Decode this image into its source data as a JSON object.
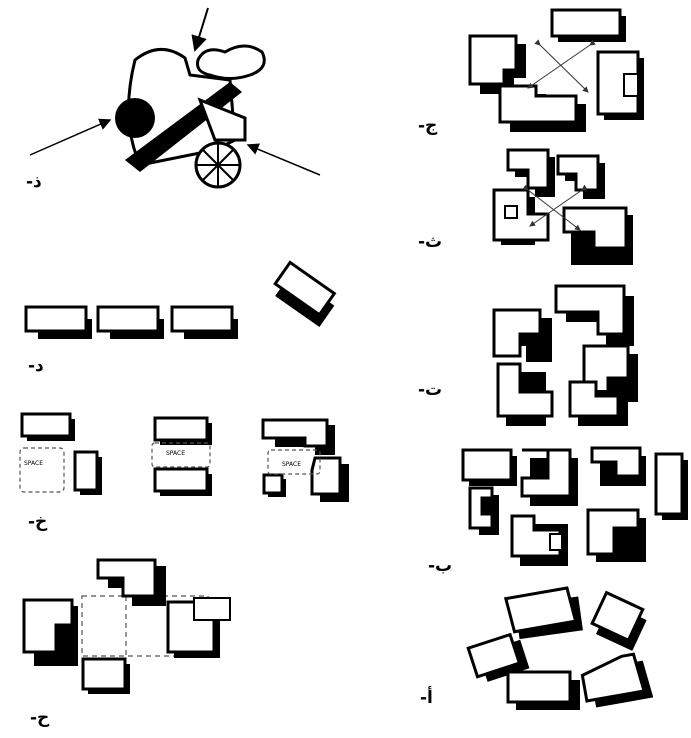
{
  "labels": {
    "jim": "ج-",
    "tha": "ث-",
    "ta": "ت-",
    "ba": "ب-",
    "alif": "أ-",
    "dhal": "ذ-",
    "dal": "د-",
    "kha": "خ-",
    "ha": "ح-"
  },
  "space_labels": [
    "SPACE",
    "SPACE",
    "SPACE"
  ],
  "colors": {
    "ink": "#000000",
    "paper": "#ffffff",
    "dash": "#555555"
  }
}
